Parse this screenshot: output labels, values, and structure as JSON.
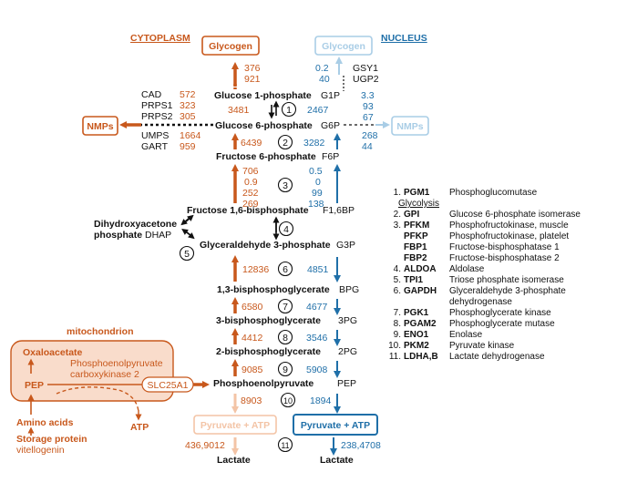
{
  "labels": {
    "cytoplasm": "CYTOPLASM",
    "nucleus": "NUCLEUS",
    "mitochondrion": "mitochondrion",
    "glycogen_cyto": "Glycogen",
    "glycogen_nuc": "Glycogen",
    "nmps_left": "NMPs",
    "nmps_right": "NMPs",
    "pyruvate_atp_left": "Pyruvate + ATP",
    "pyruvate_atp_right": "Pyruvate + ATP",
    "lactate_left": "Lactate",
    "lactate_right": "Lactate",
    "dhap_line1": "Dihydroxyacetone",
    "dhap_line2": "phosphate",
    "dhap_abbr": "DHAP",
    "oxaloacetate": "Oxaloacetate",
    "pepck_line1": "Phosphoenolpyruvate",
    "pepck_line2": "carboxykinase 2",
    "pep_mito": "PEP",
    "slc": "SLC25A1",
    "amino_acids": "Amino acids",
    "atp": "ATP",
    "storage_protein": "Storage protein",
    "vitellogenin": "vitellogenin"
  },
  "metabolites": [
    {
      "name": "Glucose 1-phosphate",
      "abbr": "G1P"
    },
    {
      "name": "Glucose 6-phosphate",
      "abbr": "G6P"
    },
    {
      "name": "Fructose 6-phosphate",
      "abbr": "F6P"
    },
    {
      "name": "Fructose 1,6-bisphosphate",
      "abbr": "F1,6BP"
    },
    {
      "name": "Glyceraldehyde 3-phosphate",
      "abbr": "G3P"
    },
    {
      "name": "1,3-bisphosphoglycerate",
      "abbr": "BPG"
    },
    {
      "name": "3-bisphosphoglycerate",
      "abbr": "3PG"
    },
    {
      "name": "2-bisphosphoglycerate",
      "abbr": "2PG"
    },
    {
      "name": "Phosphoenolpyruvate",
      "abbr": "PEP"
    }
  ],
  "genes_left": [
    {
      "gene": "CAD",
      "value": "572"
    },
    {
      "gene": "PRPS1",
      "value": "323"
    },
    {
      "gene": "PRPS2",
      "value": "305"
    },
    {
      "gene": "UMPS",
      "value": "1664"
    },
    {
      "gene": "GART",
      "value": "959"
    }
  ],
  "genes_right": [
    {
      "gene": "GSY1"
    },
    {
      "gene": "UGP2"
    }
  ],
  "values": {
    "glycogen_cyto": [
      "376",
      "921"
    ],
    "glycogen_nuc": [
      "0.2",
      "40"
    ],
    "step1_cyto": "3481",
    "step1_nuc": "2467",
    "g1p_nuc": [
      "3.3",
      "93",
      "67"
    ],
    "nmps_nuc": [
      "268",
      "44"
    ],
    "step2_cyto": "6439",
    "step2_nuc": "3282",
    "step3_cyto": [
      "706",
      "0.9",
      "252",
      "269"
    ],
    "step3_nuc": [
      "0.5",
      "0",
      "99",
      "138"
    ],
    "step6_cyto": "12836",
    "step6_nuc": "4851",
    "step7_cyto": "6580",
    "step7_nuc": "4677",
    "step8_cyto": "4412",
    "step8_nuc": "3546",
    "step9_cyto": "9085",
    "step9_nuc": "5908",
    "step10_cyto": "8903",
    "step10_nuc": "1894",
    "lactate_cyto": "436,9012",
    "lactate_nuc": "238,4708"
  },
  "steps": [
    "1",
    "2",
    "3",
    "4",
    "5",
    "6",
    "7",
    "8",
    "9",
    "10",
    "11"
  ],
  "legend": [
    {
      "num": "1.",
      "gene": "PGM1",
      "enzyme": "Phosphoglucomutase",
      "note": "Glycolysis"
    },
    {
      "num": "2.",
      "gene": "GPI",
      "enzyme": "Glucose 6-phosphate isomerase"
    },
    {
      "num": "3.",
      "gene": "PFKM",
      "enzyme": "Phosphofructokinase, muscle"
    },
    {
      "num": "",
      "gene": "PFKP",
      "enzyme": "Phosphofructokinase, platelet"
    },
    {
      "num": "",
      "gene": "FBP1",
      "enzyme": "Fructose-bisphosphatase 1"
    },
    {
      "num": "",
      "gene": "FBP2",
      "enzyme": "Fructose-bisphosphatase 2"
    },
    {
      "num": "4.",
      "gene": "ALDOA",
      "enzyme": "Aldolase"
    },
    {
      "num": "5.",
      "gene": "TPI1",
      "enzyme": "Triose phosphate isomerase"
    },
    {
      "num": "6.",
      "gene": "GAPDH",
      "enzyme": "Glyceraldehyde 3-phosphate",
      "enzyme2": "dehydrogenase"
    },
    {
      "num": "7.",
      "gene": "PGK1",
      "enzyme": "Phosphoglycerate kinase"
    },
    {
      "num": "8.",
      "gene": "PGAM2",
      "enzyme": "Phosphoglycerate mutase"
    },
    {
      "num": "9.",
      "gene": "ENO1",
      "enzyme": "Enolase"
    },
    {
      "num": "10.",
      "gene": "PKM2",
      "enzyme": "Pyruvate kinase"
    },
    {
      "num": "11.",
      "gene": "LDHA,B",
      "enzyme": "Lactate dehydrogenase"
    }
  ],
  "colors": {
    "cytoplasm": "#c8581c",
    "cytoplasm_light": "#f3c4a6",
    "nucleus": "#1f6fa8",
    "nucleus_light": "#a9cde6",
    "mito_fill": "#f9dccb"
  }
}
